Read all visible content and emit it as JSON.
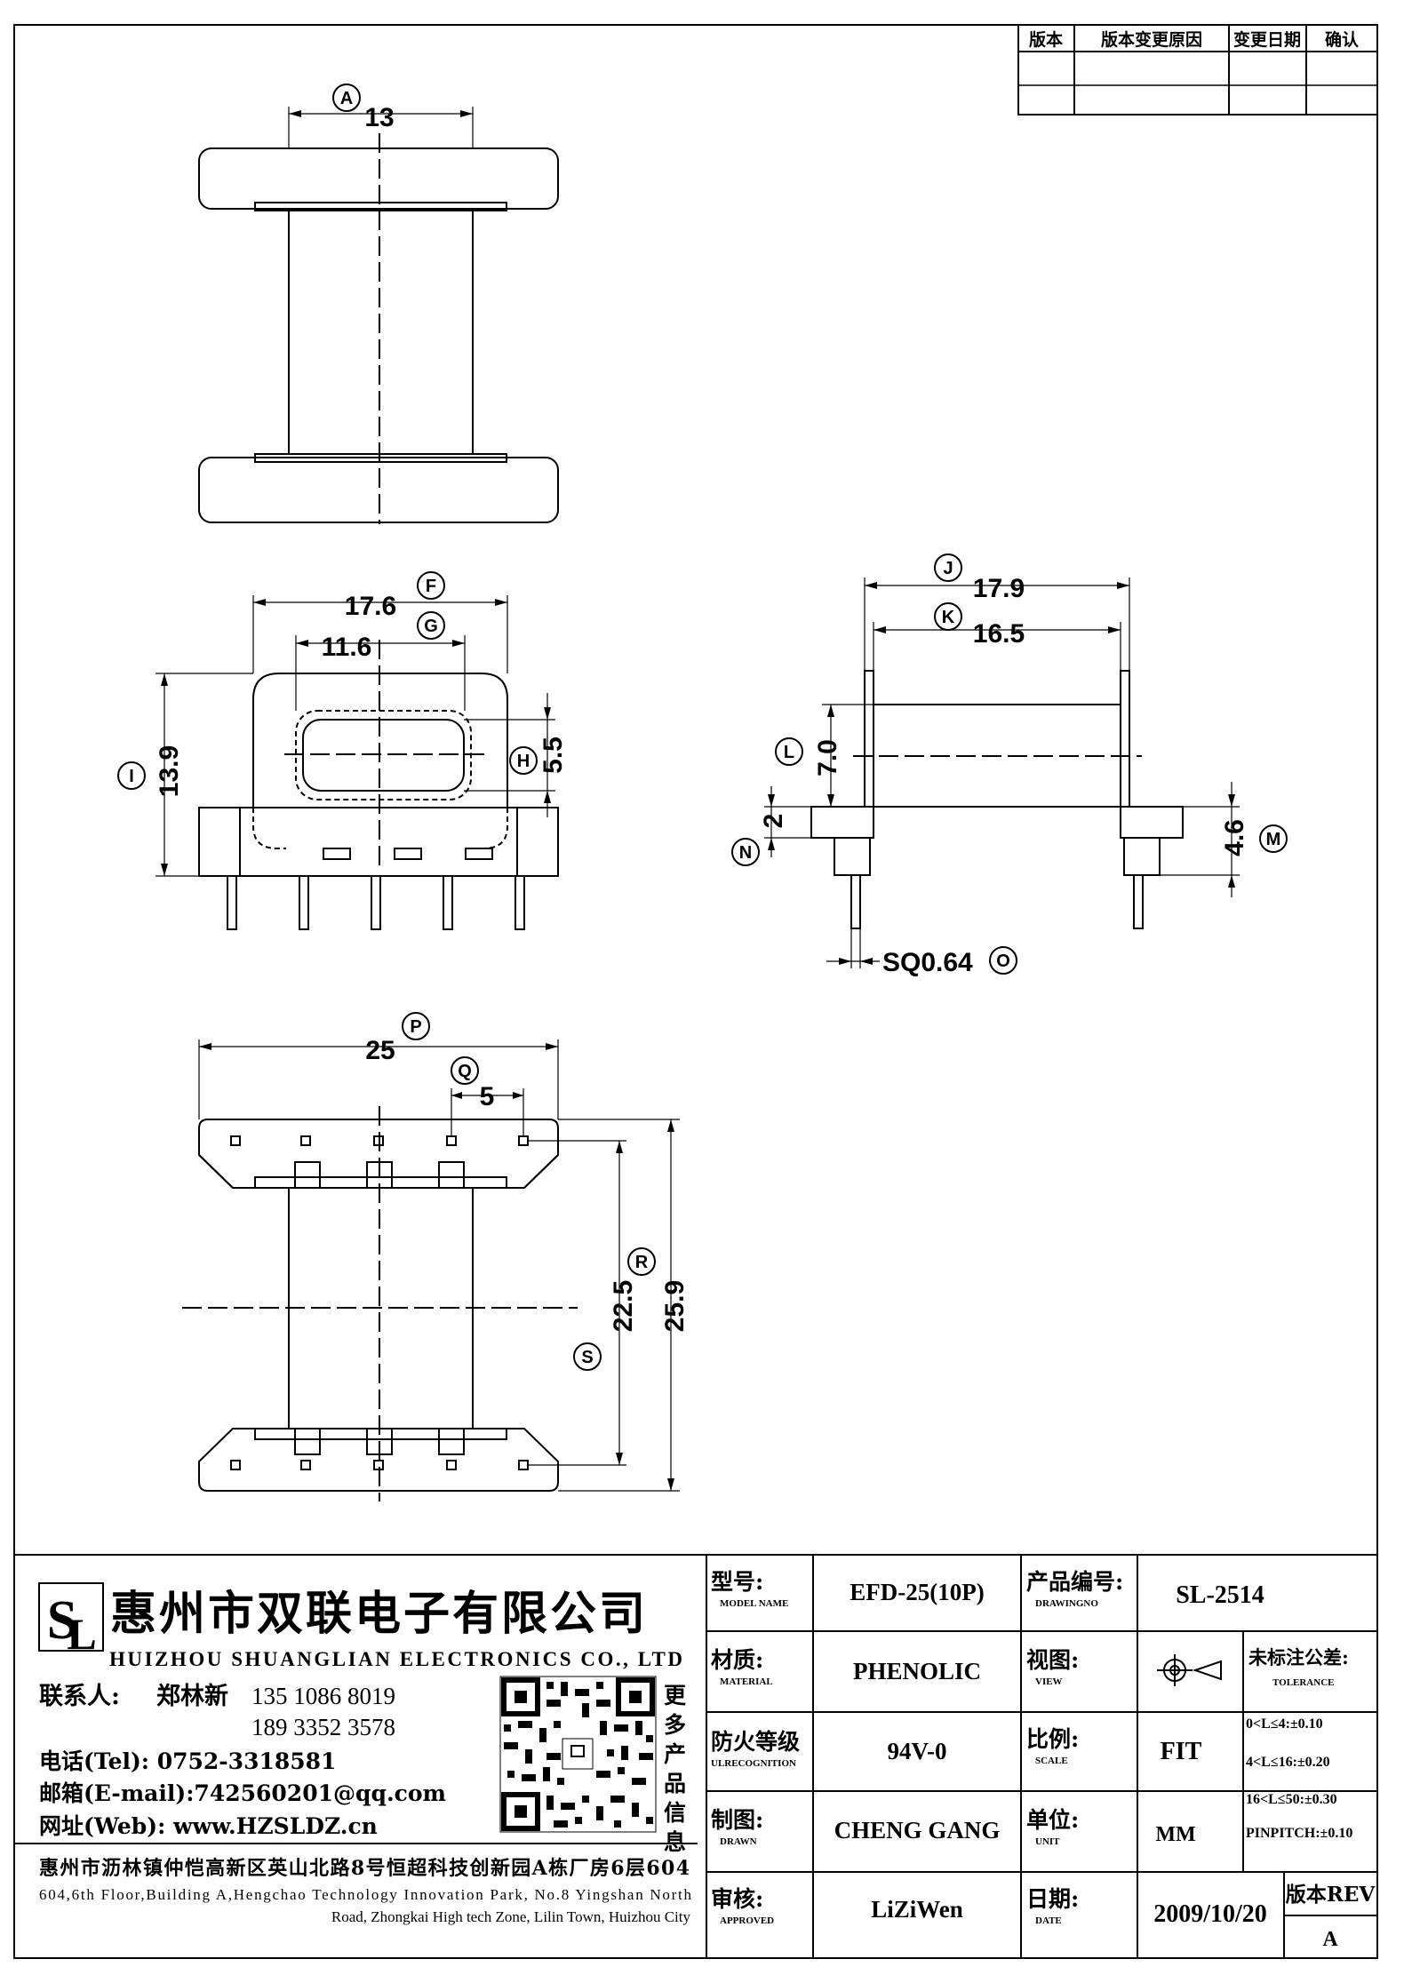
{
  "revision_table": {
    "headers": [
      "版本",
      "版本变更原因",
      "变更日期",
      "确认"
    ]
  },
  "dimensions": {
    "A": {
      "letter": "A",
      "value": "13"
    },
    "F": {
      "letter": "F",
      "value": "17.6"
    },
    "G": {
      "letter": "G",
      "value": "11.6"
    },
    "H": {
      "letter": "H",
      "value": "5.5"
    },
    "I": {
      "letter": "I",
      "value": "13.9"
    },
    "J": {
      "letter": "J",
      "value": "17.9"
    },
    "K": {
      "letter": "K",
      "value": "16.5"
    },
    "L": {
      "letter": "L",
      "value": "7.0"
    },
    "M": {
      "letter": "M",
      "value": "4.6"
    },
    "N": {
      "letter": "N",
      "value": "2"
    },
    "O": {
      "letter": "O",
      "value": "SQ0.64"
    },
    "P": {
      "letter": "P",
      "value": "25"
    },
    "Q": {
      "letter": "Q",
      "value": "5"
    },
    "R": {
      "letter": "R",
      "value": "25.9"
    },
    "S": {
      "letter": "S",
      "value": "22.5"
    }
  },
  "company": {
    "name_cn": "惠州市双联电子有限公司",
    "name_en": "HUIZHOU SHUANGLIAN ELECTRONICS CO., LTD",
    "contact_label": "联系人:",
    "contact_name": "郑林新",
    "phone1": "135 1086 8019",
    "phone2": "189 3352 3578",
    "tel": "电话(Tel): 0752-3318581",
    "email": "邮箱(E-mail):742560201@qq.com",
    "web": "网址(Web): www.HZSLDZ.cn",
    "qr_caption": "更多产品信息",
    "address_cn": "惠州市沥林镇仲恺高新区英山北路8号恒超科技创新园A栋厂房6层604",
    "address_en_1": "604,6th Floor,Building A,Hengchao Technology Innovation Park, No.8 Yingshan North",
    "address_en_2": "Road, Zhongkai High tech Zone, Lilin Town, Huizhou City"
  },
  "title_block": {
    "model_label": "型号:",
    "model_sub": "MODEL NAME",
    "model_value": "EFD-25(10P)",
    "drawno_label": "产品编号:",
    "drawno_sub": "DRAWINGNO",
    "drawno_value": "SL-2514",
    "material_label": "材质:",
    "material_sub": "MATERIAL",
    "material_value": "PHENOLIC",
    "view_label": "视图:",
    "view_sub": "VIEW",
    "tol_label": "未标注公差:",
    "tol_sub": "TOLERANCE",
    "tol_1": "0<L≤4:±0.10",
    "tol_2": "4<L≤16:±0.20",
    "tol_3": "16<L≤50:±0.30",
    "tol_4": "PINPITCH:±0.10",
    "fire_label": "防火等级",
    "fire_sub": "ULRECOGNITION",
    "fire_value": "94V-0",
    "scale_label": "比例:",
    "scale_sub": "SCALE",
    "scale_value": "FIT",
    "drawn_label": "制图:",
    "drawn_sub": "DRAWN",
    "drawn_value": "CHENG GANG",
    "unit_label": "单位:",
    "unit_sub": "UNIT",
    "unit_value": "MM",
    "approved_label": "审核:",
    "approved_sub": "APPROVED",
    "approved_value": "LiZiWen",
    "date_label": "日期:",
    "date_sub": "DATE",
    "date_value": "2009/10/20",
    "rev_label": "版本REV",
    "rev_value": "A"
  }
}
